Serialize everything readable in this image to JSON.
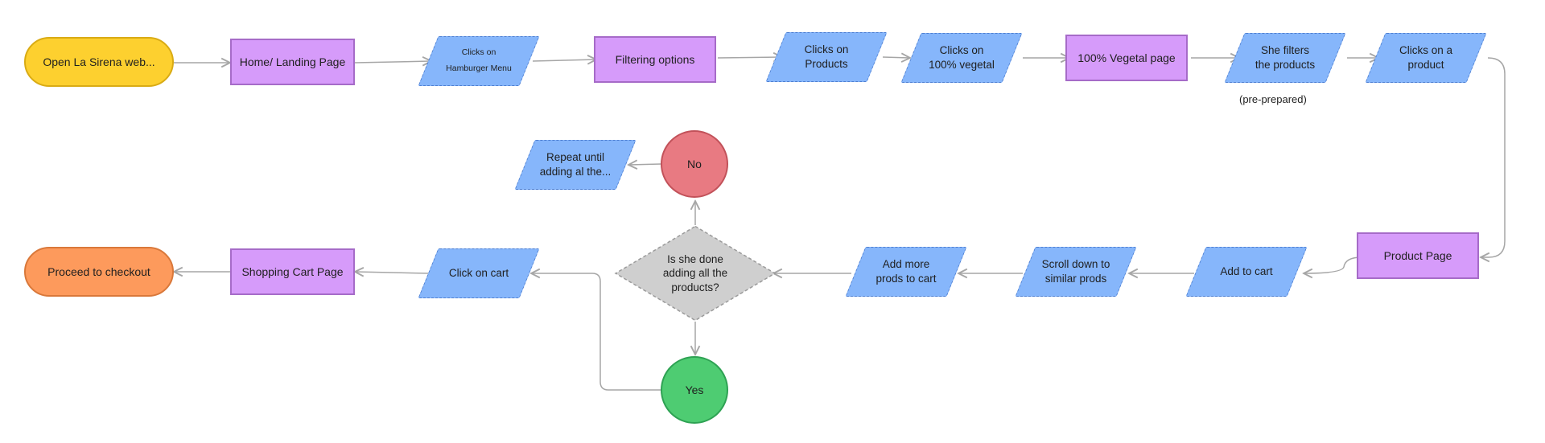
{
  "diagram": {
    "nodes": {
      "open_site": {
        "label": "Open La Sirena web..."
      },
      "home_page": {
        "label": "Home/ Landing Page"
      },
      "hamburger": {
        "label": "Clicks on\nHamburger Menu"
      },
      "filtering": {
        "label": "Filtering options"
      },
      "clicks_products": {
        "label": "Clicks on\nProducts"
      },
      "clicks_vegetal": {
        "label": "Clicks on\n100% vegetal"
      },
      "vegetal_page": {
        "label": "100% Vegetal page"
      },
      "filters_products": {
        "label": "She filters\nthe products"
      },
      "clicks_product": {
        "label": "Clicks on a\nproduct"
      },
      "product_page": {
        "label": "Product Page"
      },
      "add_to_cart": {
        "label": "Add to cart"
      },
      "scroll_similar": {
        "label": "Scroll down to\nsimilar prods"
      },
      "add_more": {
        "label": "Add more\nprods to cart"
      },
      "decision": {
        "label": "Is she done\nadding all the\nproducts?"
      },
      "no": {
        "label": "No"
      },
      "repeat": {
        "label": "Repeat until\nadding al the..."
      },
      "yes": {
        "label": "Yes"
      },
      "click_cart": {
        "label": "Click on cart"
      },
      "cart_page": {
        "label": "Shopping Cart Page"
      },
      "checkout": {
        "label": "Proceed to checkout"
      }
    },
    "note": "(pre-prepared)"
  },
  "colors": {
    "terminal_start": "#fdd02f",
    "terminal_end": "#fd9a5c",
    "page": "#d69bfa",
    "action": "#86b6fb",
    "decision": "#cfcfcf",
    "no": "#e87a82",
    "yes": "#4ecc72",
    "connector": "#a6a6a6"
  }
}
